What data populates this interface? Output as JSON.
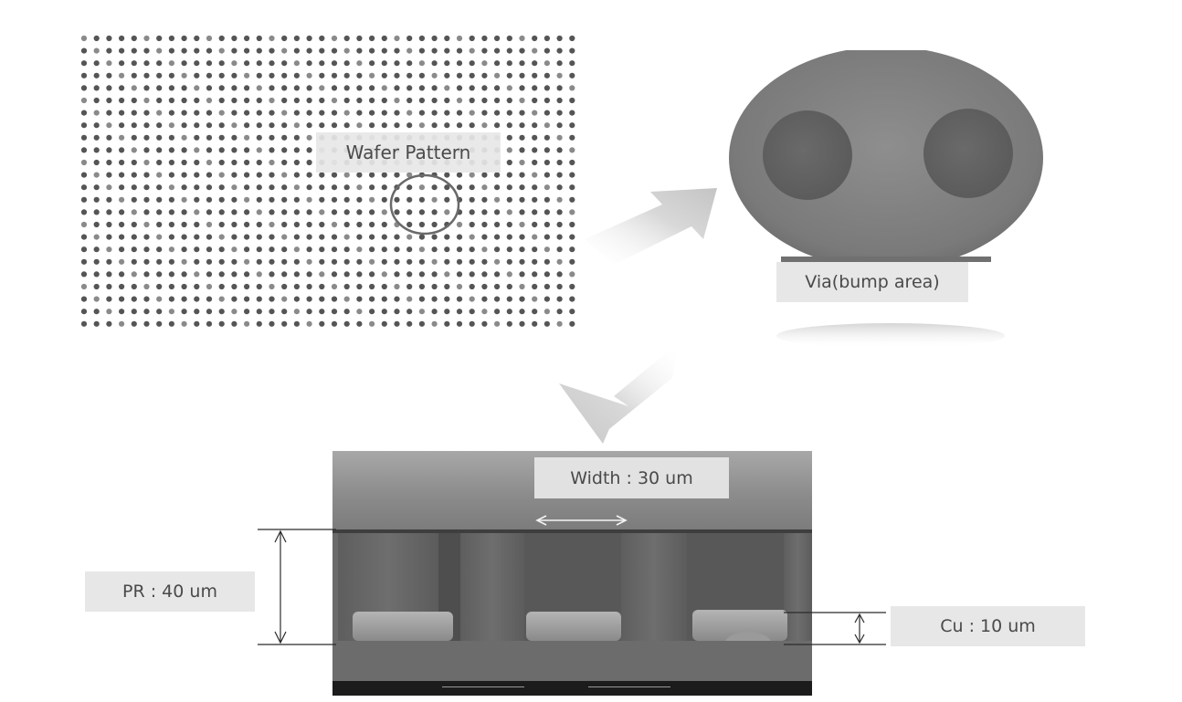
{
  "labels": {
    "wafer_pattern": "Wafer Pattern",
    "via": "Via(bump area)",
    "width": "Width : 30 um",
    "pr": "PR : 40 um",
    "cu": "Cu : 10 um"
  }
}
